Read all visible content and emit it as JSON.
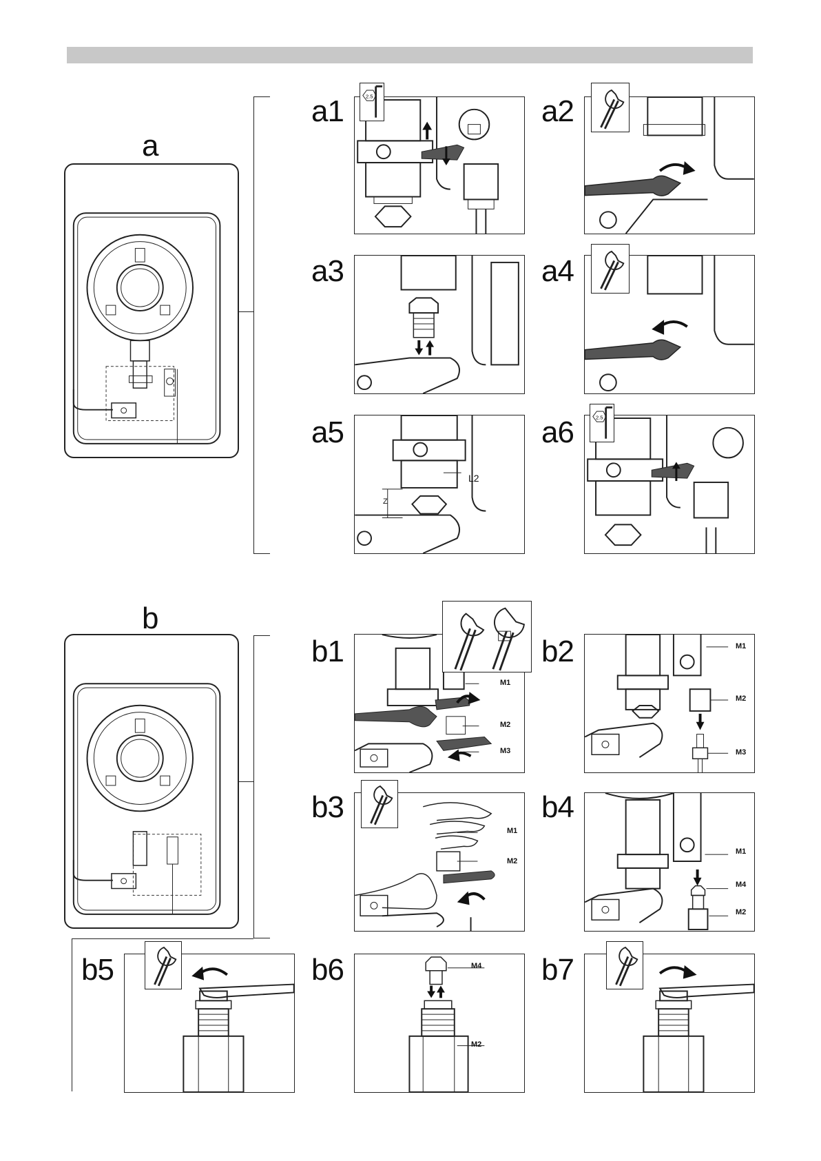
{
  "sections": {
    "a": {
      "label": "a"
    },
    "b": {
      "label": "b"
    }
  },
  "panels": {
    "a1": {
      "label": "a1",
      "tool": "2.5"
    },
    "a2": {
      "label": "a2"
    },
    "a3": {
      "label": "a3"
    },
    "a4": {
      "label": "a4"
    },
    "a5": {
      "label": "a5",
      "dim_l2": "L2",
      "dim_z": "Z"
    },
    "a6": {
      "label": "a6",
      "tool": "2.5"
    },
    "b1": {
      "label": "b1",
      "m1": "M1",
      "m2": "M2",
      "m3": "M3"
    },
    "b2": {
      "label": "b2",
      "m1": "M1",
      "m2": "M2",
      "m3": "M3"
    },
    "b3": {
      "label": "b3",
      "m1": "M1",
      "m2": "M2"
    },
    "b4": {
      "label": "b4",
      "m1": "M1",
      "m4": "M4",
      "m2": "M2"
    },
    "b5": {
      "label": "b5"
    },
    "b6": {
      "label": "b6",
      "m4": "M4",
      "m2": "M2"
    },
    "b7": {
      "label": "b7"
    }
  },
  "colors": {
    "bar": "#c8c8c8",
    "line": "#222222",
    "wrench": "#555555"
  },
  "icons": [
    "hex-key-icon",
    "open-wrench-icon",
    "adjustable-wrench-icon",
    "arrow-icon",
    "rotate-arrow-icon"
  ]
}
